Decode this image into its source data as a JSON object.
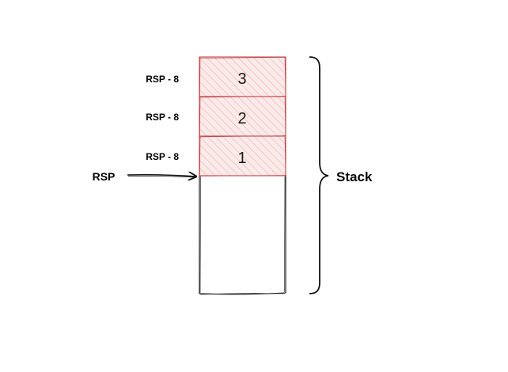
{
  "diagram": {
    "cells": [
      {
        "value": "3",
        "offset_label": "RSP - 8"
      },
      {
        "value": "2",
        "offset_label": "RSP - 8"
      },
      {
        "value": "1",
        "offset_label": "RSP - 8"
      }
    ],
    "pointer_label": "RSP",
    "stack_label": "Stack"
  },
  "colors": {
    "filled_cell_stroke": "#c0464a",
    "filled_cell_hatch": "#eaaaab",
    "filled_cell_bg": "#fbeaea",
    "outline": "#111111"
  },
  "icons": {
    "pointer": "arrow-right-icon",
    "group": "curly-brace-icon"
  }
}
